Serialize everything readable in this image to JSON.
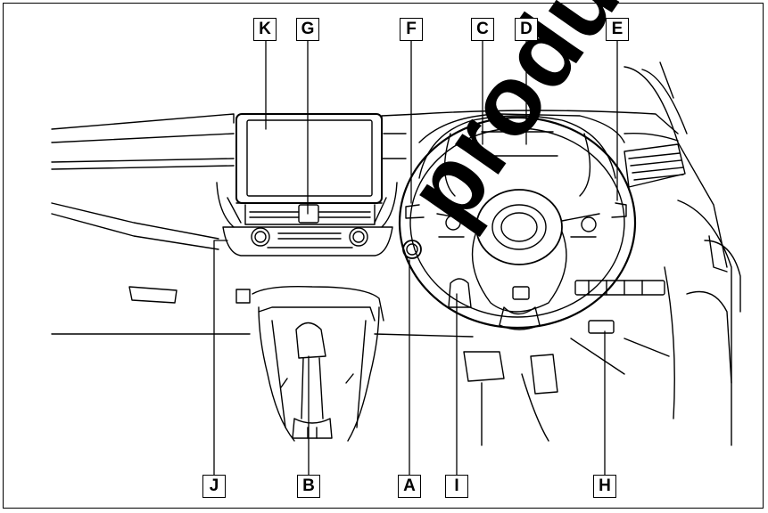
{
  "callouts": {
    "K": "K",
    "G": "G",
    "F": "F",
    "C": "C",
    "D": "D",
    "E": "E",
    "J": "J",
    "B": "B",
    "A": "A",
    "I": "I",
    "H": "H"
  },
  "watermark": "production"
}
